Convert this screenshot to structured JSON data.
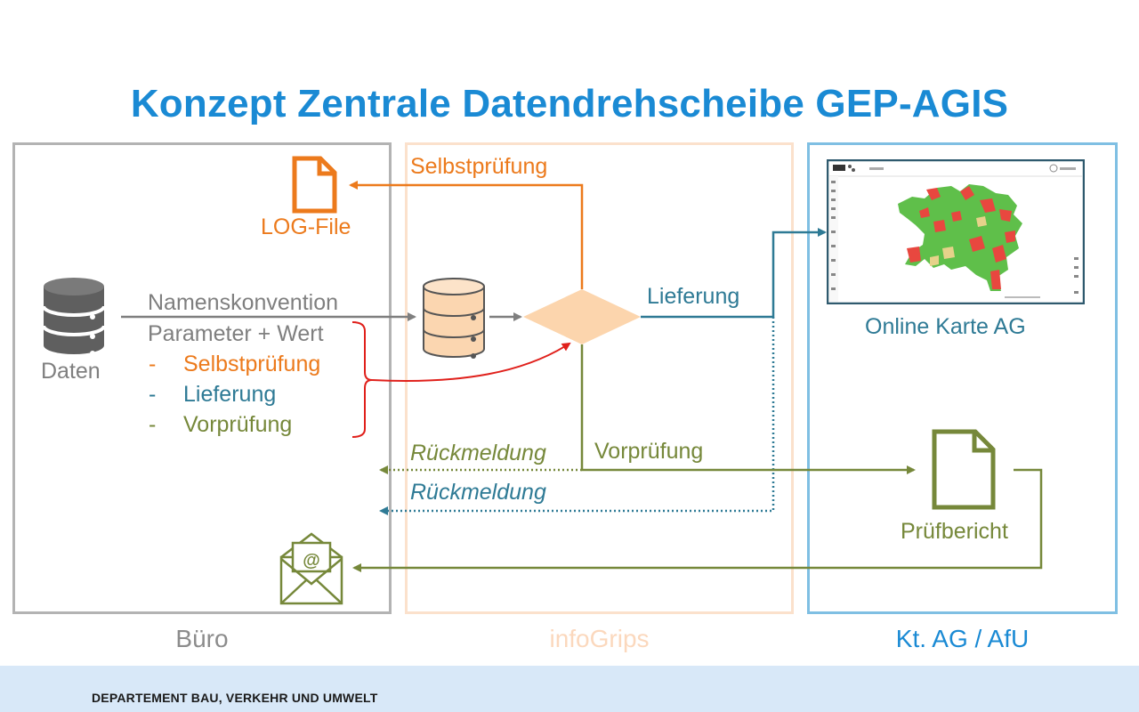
{
  "title": "Konzept Zentrale Datendrehscheibe GEP-AGIS",
  "regions": {
    "buero": "Büro",
    "infogrips": "infoGrips",
    "kt": "Kt. AG / AfU"
  },
  "labels": {
    "log_file": "LOG-File",
    "daten": "Daten",
    "namenskonvention": "Namenskonvention",
    "parameter": "Parameter + Wert",
    "dash": "-",
    "opt_selbst": "Selbstprüfung",
    "opt_lieferung": "Lieferung",
    "opt_vorpruefung": "Vorprüfung",
    "selbstpruefung": "Selbstprüfung",
    "lieferung": "Lieferung",
    "vorpruefung": "Vorprüfung",
    "rueckmeldung_1": "Rückmeldung",
    "rueckmeldung_2": "Rückmeldung",
    "online_karte": "Online Karte AG",
    "pruefbericht": "Prüfbericht"
  },
  "footer": "DEPARTEMENT BAU, VERKEHR UND UMWELT",
  "colors": {
    "title": "#1a8ad4",
    "gray": "#7f7f7f",
    "orange": "#ec7a1c",
    "teal": "#2e7a95",
    "olive": "#76883a",
    "red": "#e0201b",
    "diamond": "#fcd5ad",
    "infogrips_border": "#fbe1cc",
    "kt_border": "#7fbfe3"
  }
}
